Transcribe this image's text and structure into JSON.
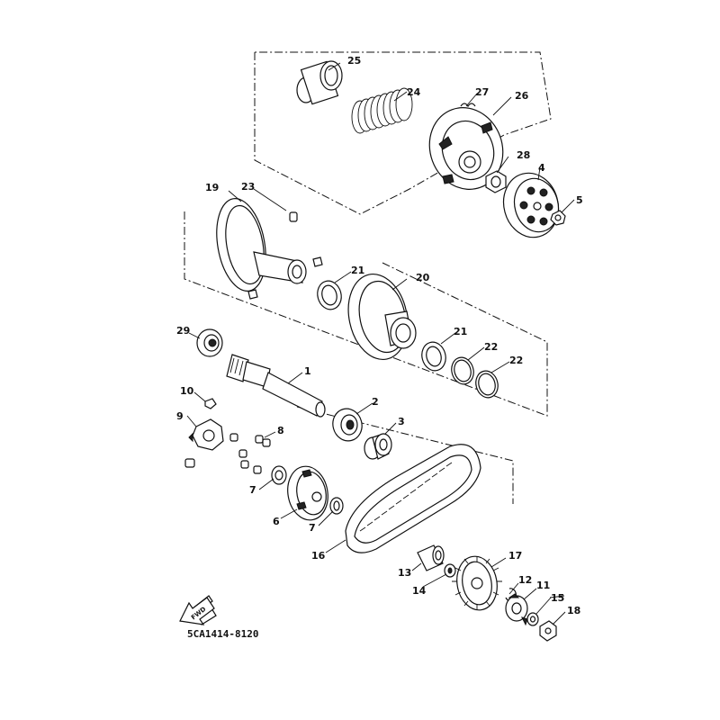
{
  "drawing_code": "5CA1414-8120",
  "fwd_label": "FWD",
  "callouts": {
    "p1": "1",
    "p2": "2",
    "p3": "3",
    "p4": "4",
    "p5": "5",
    "p6": "6",
    "p7a": "7",
    "p7b": "7",
    "p8": "8",
    "p9": "9",
    "p10": "10",
    "p11": "11",
    "p12": "12",
    "p13": "13",
    "p14": "14",
    "p15": "15",
    "p16": "16",
    "p17": "17",
    "p18": "18",
    "p19": "19",
    "p20": "20",
    "p21a": "21",
    "p21b": "21",
    "p22a": "22",
    "p22b": "22",
    "p23": "23",
    "p24": "24",
    "p25": "25",
    "p26": "26",
    "p27": "27",
    "p28": "28",
    "p29": "29"
  }
}
